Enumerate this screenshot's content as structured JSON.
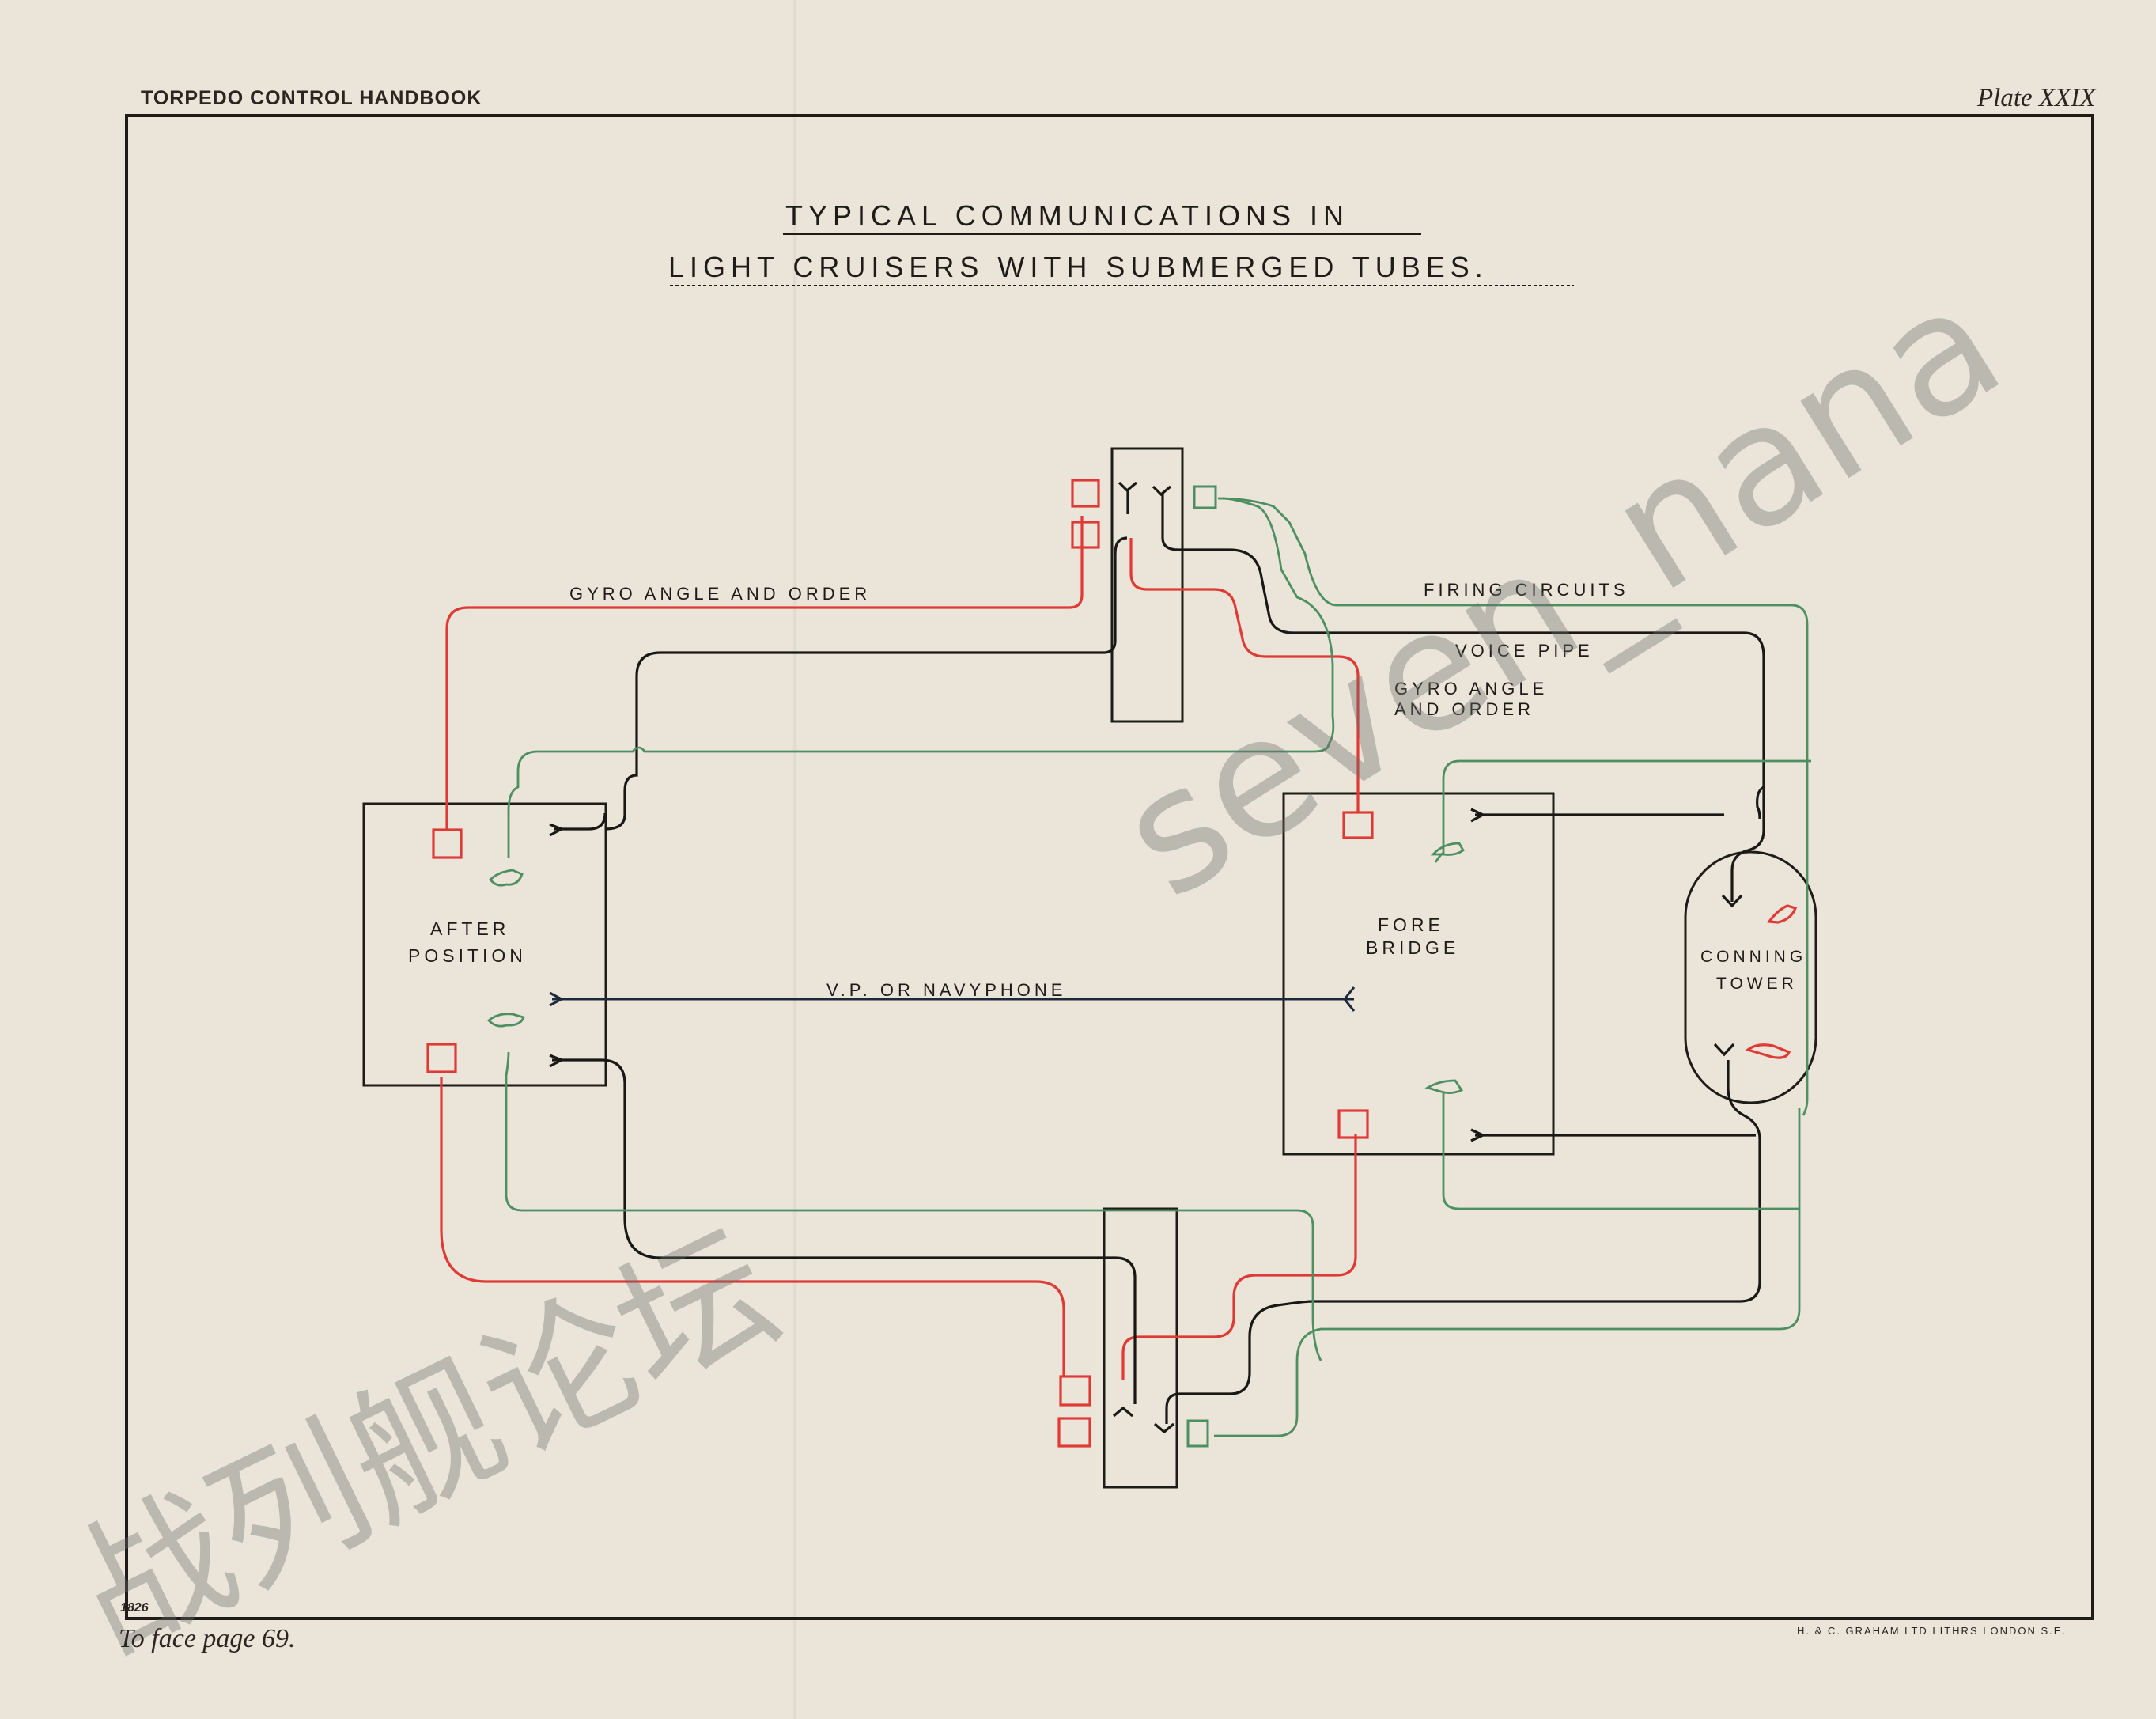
{
  "header": {
    "left": "TORPEDO CONTROL HANDBOOK",
    "right": "Plate XXIX"
  },
  "title": {
    "line1": "TYPICAL COMMUNICATIONS IN",
    "line2": "LIGHT CRUISERS WITH SUBMERGED TUBES."
  },
  "stations": {
    "after_position": [
      "AFTER",
      "POSITION"
    ],
    "fore_bridge": [
      "FORE",
      "BRIDGE"
    ],
    "conning_tower": [
      "CONNING",
      "TOWER"
    ]
  },
  "labels": {
    "gyro_after": "GYRO ANGLE AND ORDER",
    "firing": "FIRING CIRCUITS",
    "voice": "VOICE PIPE",
    "gyro_fore_1": "GYRO ANGLE",
    "gyro_fore_2": "AND ORDER",
    "navyphone": "V.P. OR NAVYPHONE"
  },
  "footer": {
    "number": "1826",
    "face_page": "To face page 69.",
    "printer": "H. & C. GRAHAM LTD LITHRS LONDON S.E."
  },
  "watermark": {
    "latin": "seven_nana",
    "cjk": "战列舰论坛"
  },
  "colors": {
    "gyro_circuit": "#e03a36",
    "voice_pipe": "#1a1816",
    "firing_circuit": "#4e8f62",
    "navyphone": "#1c2a3c",
    "paper": "#eae5d8"
  }
}
